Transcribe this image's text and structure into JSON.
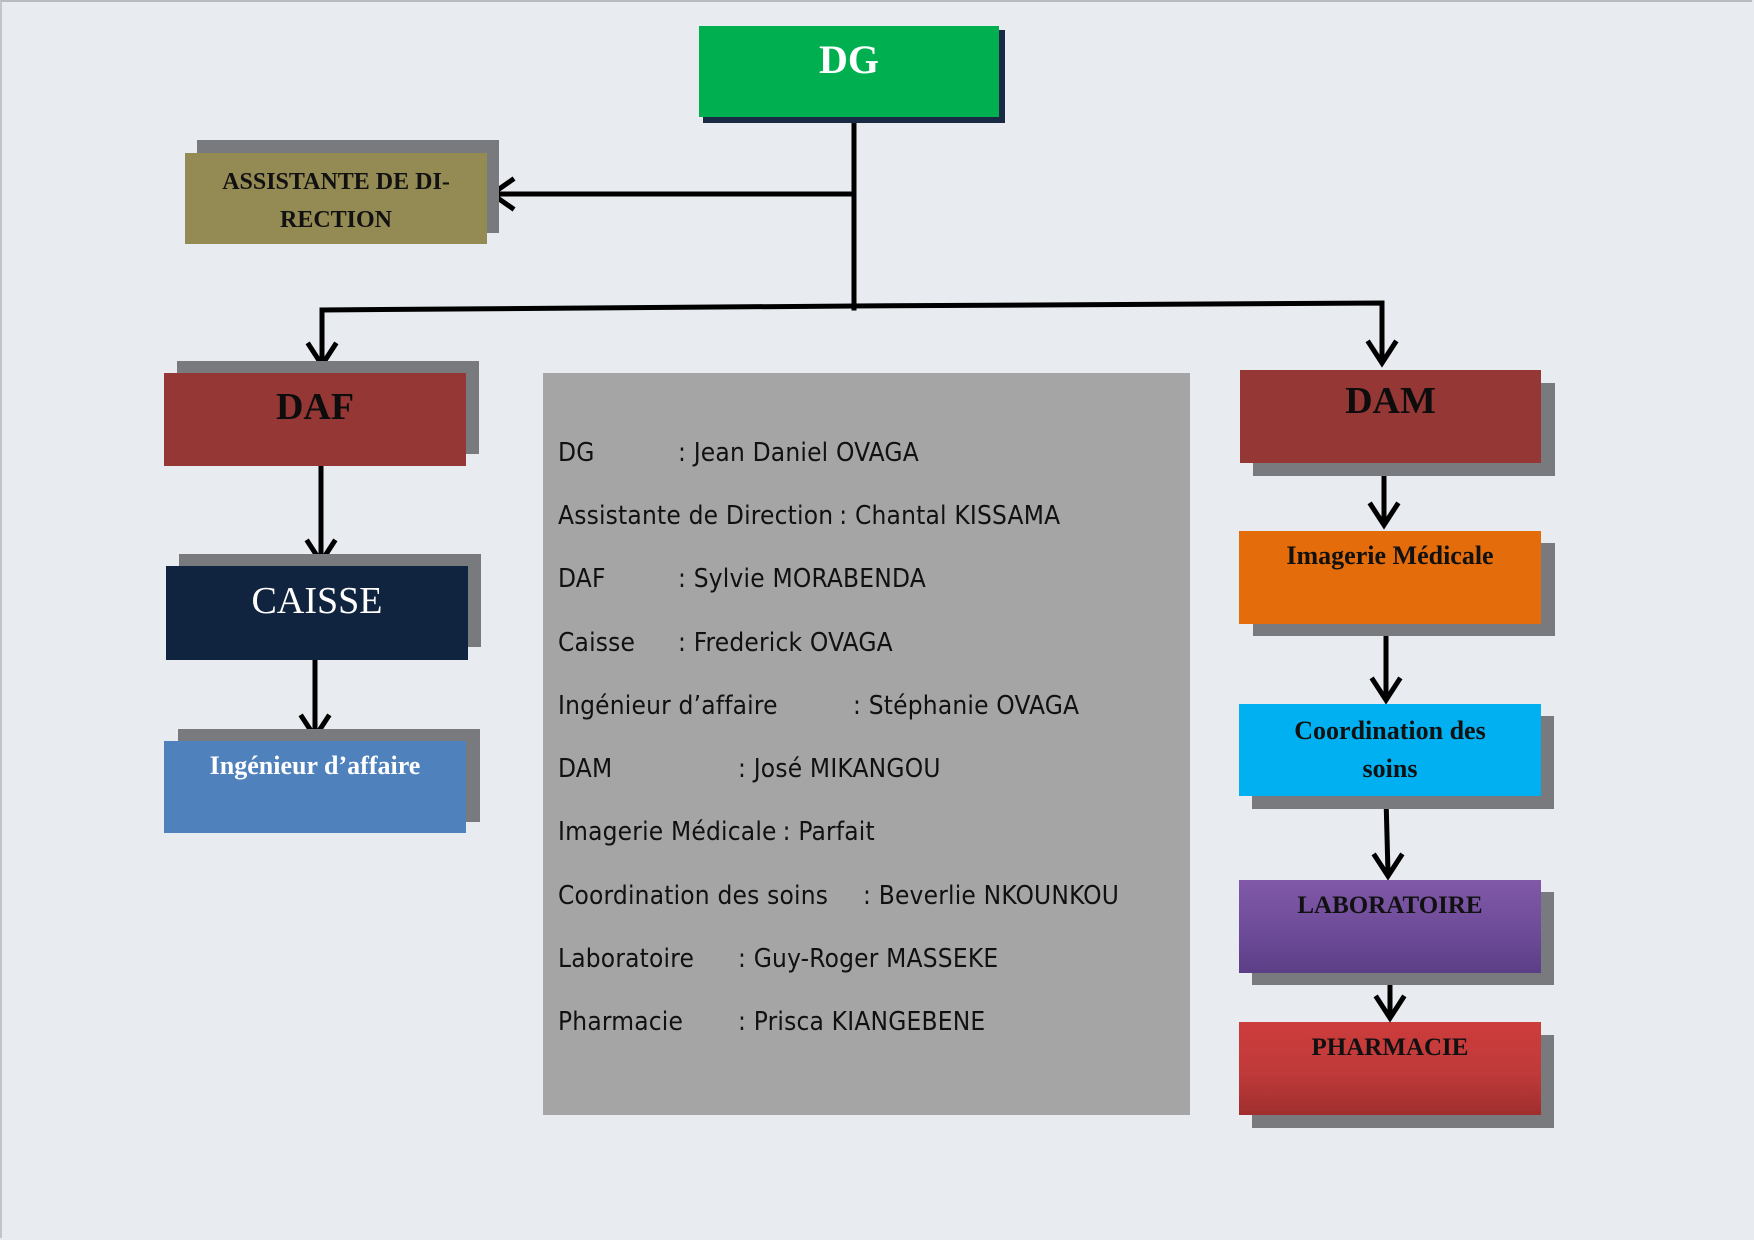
{
  "diagram": {
    "type": "org-chart",
    "nodes": {
      "dg": {
        "label": "DG",
        "color": "#00b050",
        "text_color": "#ffffff"
      },
      "assistante": {
        "label_line1": "ASSISTANTE DE DI-",
        "label_line2": "RECTION",
        "color": "#948a54",
        "text_color": "#111111"
      },
      "daf": {
        "label": "DAF",
        "color": "#953735",
        "text_color": "#0d0d0d"
      },
      "caisse": {
        "label": "CAISSE",
        "color": "#10243f",
        "text_color": "#ffffff"
      },
      "ingenieur": {
        "label": "Ingénieur d’affaire",
        "color": "#4f81bd",
        "text_color": "#ffffff"
      },
      "dam": {
        "label": "DAM",
        "color": "#953735",
        "text_color": "#0d0d0d"
      },
      "imagerie": {
        "label": "Imagerie Médicale",
        "color": "#e46c0a",
        "text_color": "#111111"
      },
      "coordination": {
        "label_line1": "Coordination des",
        "label_line2": "soins",
        "color": "#00b0f0",
        "text_color": "#111111"
      },
      "laboratoire": {
        "label": "LABORATOIRE",
        "color": "#7f56a8",
        "text_color": "#111111"
      },
      "pharmacie": {
        "label": "PHARMACIE",
        "color": "#c73a3a",
        "text_color": "#111111"
      }
    },
    "edges": [
      [
        "dg",
        "assistante"
      ],
      [
        "dg",
        "daf"
      ],
      [
        "dg",
        "dam"
      ],
      [
        "daf",
        "caisse"
      ],
      [
        "caisse",
        "ingenieur"
      ],
      [
        "dam",
        "imagerie"
      ],
      [
        "imagerie",
        "coordination"
      ],
      [
        "coordination",
        "laboratoire"
      ],
      [
        "laboratoire",
        "pharmacie"
      ]
    ]
  },
  "info_panel": {
    "rows": [
      {
        "label": "DG",
        "sep": ": ",
        "value": "Jean Daniel OVAGA"
      },
      {
        "label": "Assistante de Direction",
        "sep": ": ",
        "value": "Chantal KISSAMA"
      },
      {
        "label": "DAF",
        "sep": ": ",
        "value": "Sylvie MORABENDA"
      },
      {
        "label": "Caisse",
        "sep": ": ",
        "value": "Frederick OVAGA"
      },
      {
        "label": "Ingénieur d’affaire",
        "sep": ": ",
        "value": "Stéphanie OVAGA"
      },
      {
        "label": "DAM",
        "sep": ": ",
        "value": "José MIKANGOU"
      },
      {
        "label": "Imagerie Médicale",
        "sep": ": ",
        "value": "Parfait"
      },
      {
        "label": "Coordination des soins",
        "sep": ": ",
        "value": "Beverlie NKOUNKOU"
      },
      {
        "label": "Laboratoire",
        "sep": ": ",
        "value": "Guy-Roger MASSEKE"
      },
      {
        "label": "Pharmacie",
        "sep": ": ",
        "value": "Prisca KIANGEBENE"
      }
    ]
  },
  "colors": {
    "background": "#e8ebf0",
    "shadow": "#797a7e",
    "info_panel": "#a5a5a5",
    "connector": "#000000"
  }
}
